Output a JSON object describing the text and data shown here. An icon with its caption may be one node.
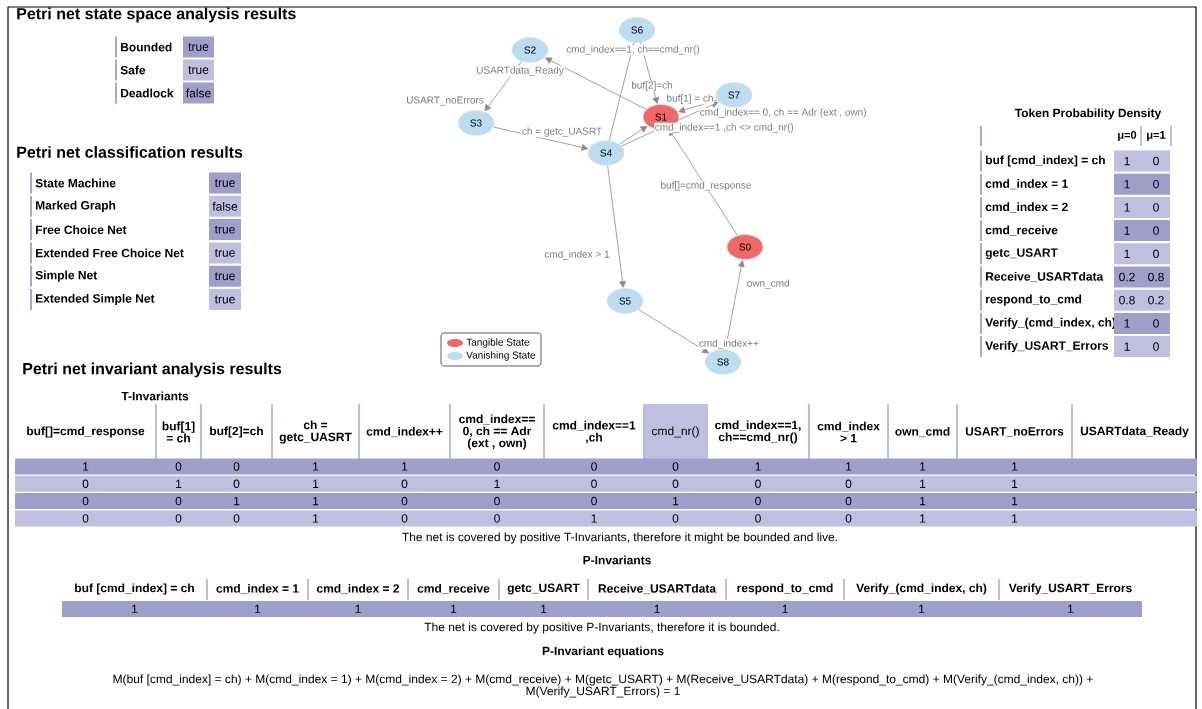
{
  "diagram": {
    "nodes": [
      {
        "text": [
          "S6"
        ]
      },
      {
        "text": [
          "S2"
        ]
      },
      {
        "text": [
          "S7"
        ]
      },
      {
        "text": [
          "S1"
        ]
      },
      {
        "text": [
          "S3"
        ]
      },
      {
        "text": [
          "S4"
        ]
      },
      {
        "text": [
          "S0"
        ]
      },
      {
        "text": [
          "S5"
        ]
      },
      {
        "text": [
          "S8"
        ]
      }
    ],
    "edges": [
      {
        "from": 3,
        "to": 1,
        "arrow": "to",
        "label": "USARTdata_Ready"
      },
      {
        "from": 1,
        "to": 4,
        "arrow": "to",
        "label": "USART_noErrors"
      },
      {
        "from": 4,
        "to": 5,
        "arrow": "to",
        "label": "ch = getc_UASRT"
      },
      {
        "from": 5,
        "to": 0,
        "arrow": "to",
        "label": "cmd_index==1, ch==cmd_nr()"
      },
      {
        "from": 0,
        "to": 3,
        "arrow": "to",
        "label": "buf[2]=ch"
      },
      {
        "from": 2,
        "to": 3,
        "arrow": "to",
        "label": "buf[1] = ch"
      },
      {
        "from": 5,
        "to": 2,
        "arrow": "to",
        "label": "cmd_index== 0, ch == Adr (ext , own)"
      },
      {
        "from": 5,
        "to": 3,
        "arrow": "to",
        "label": "cmd_index==1 ,ch <> cmd_nr()"
      },
      {
        "from": 6,
        "to": 3,
        "arrow": "to",
        "label": "buf[]=cmd_response"
      },
      {
        "from": 5,
        "to": 7,
        "arrow": "to",
        "label": "cmd_index > 1"
      },
      {
        "from": 7,
        "to": 8,
        "arrow": "to",
        "label": "cmd_index++"
      },
      {
        "from": 8,
        "to": 6,
        "arrow": "to",
        "label": "own_cmd"
      }
    ],
    "labels": [
      "Petri net state space analysis results",
      "Bounded",
      "true",
      "Safe",
      "true",
      "Deadlock",
      "false",
      "Petri net classification results",
      "State Machine",
      "true",
      "Marked Graph",
      "false",
      "Free Choice Net",
      "true",
      "Extended Free Choice Net",
      "true",
      "Simple Net",
      "true",
      "Extended Simple Net",
      "true",
      "Token Probability Density",
      "μ=0",
      "μ=1",
      "buf [cmd_index] = ch",
      "1",
      "0",
      "cmd_index = 1",
      "1",
      "0",
      "cmd_index = 2",
      "1",
      "0",
      "cmd_receive",
      "1",
      "0",
      "getc_USART",
      "1",
      "0",
      "Receive_USARTdata",
      "0.2",
      "0.8",
      "respond_to_cmd",
      "0.8",
      "0.2",
      "Verify_(cmd_index, ch)",
      "1",
      "0",
      "Verify_USART_Errors",
      "1",
      "0",
      "Petri net invariant analysis results",
      "T-Invariants",
      "buf[]=cmd_response",
      "buf[1] = ch",
      "buf[2]=ch",
      "ch = getc_UASRT",
      "cmd_index++",
      "cmd_index== 0, ch == Adr (ext , own)",
      "cmd_index==1 ,ch",
      "cmd_nr()",
      "cmd_index==1, ch==cmd_nr()",
      "cmd_index > 1",
      "own_cmd",
      "USART_noErrors",
      "USARTdata_Ready",
      "1",
      "0",
      "0",
      "1",
      "1",
      "0",
      "0",
      "0",
      "1",
      "1",
      "1",
      "1",
      "0",
      "1",
      "0",
      "1",
      "0",
      "1",
      "0",
      "0",
      "0",
      "0",
      "1",
      "1",
      "0",
      "0",
      "1",
      "1",
      "0",
      "0",
      "0",
      "1",
      "0",
      "0",
      "1",
      "1",
      "0",
      "0",
      "0",
      "1",
      "0",
      "0",
      "1",
      "0",
      "0",
      "0",
      "1",
      "1",
      "The net is covered by positive T-Invariants, therefore it might be bounded and live.",
      "P-Invariants",
      "buf [cmd_index] = ch",
      "cmd_index = 1",
      "cmd_index = 2",
      "cmd_receive",
      "getc_USART",
      "Receive_USARTdata",
      "respond_to_cmd",
      "Verify_(cmd_index, ch)",
      "Verify_USART_Errors",
      "1",
      "1",
      "1",
      "1",
      "1",
      "1",
      "1",
      "1",
      "1",
      "The net is covered by positive P-Invariants, therefore it is bounded.",
      "P-Invariant equations",
      "M(buf [cmd_index] = ch) + M(cmd_index = 1) + M(cmd_index = 2) + M(cmd_receive) + M(getc_USART) + M(Receive_USARTdata) + M(respond_to_cmd) + M(Verify_(cmd_index, ch)) + M(Verify_USART_Errors) = 1"
    ],
    "legend": [
      {
        "text": "Tangible State",
        "color": "#f06868"
      },
      {
        "text": "Vanishing State",
        "color": "#bcdcf2"
      }
    ]
  }
}
